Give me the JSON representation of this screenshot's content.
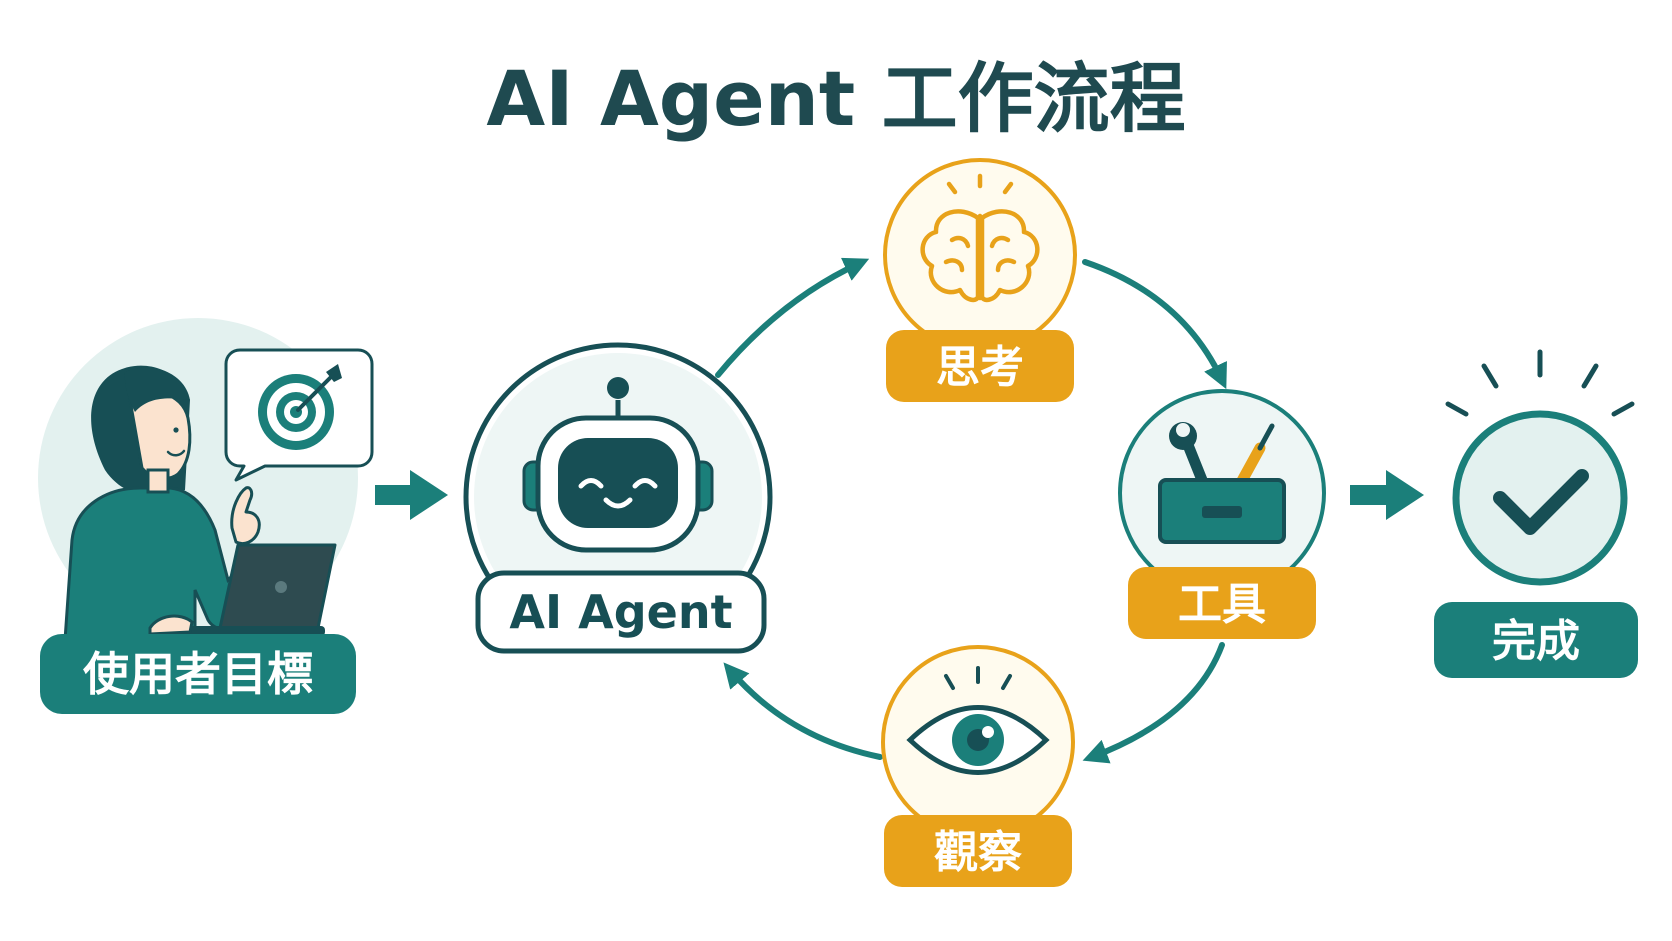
{
  "title": "AI Agent 工作流程",
  "nodes": {
    "user": {
      "label": "使用者目標"
    },
    "agent": {
      "label": "AI Agent"
    },
    "think": {
      "label": "思考"
    },
    "tools": {
      "label": "工具"
    },
    "observe": {
      "label": "觀察"
    },
    "done": {
      "label": "完成"
    }
  },
  "colors": {
    "teal": "#1b7f7a",
    "dark_teal": "#174f55",
    "title": "#1f4a50",
    "orange": "#e8a21a",
    "light_teal": "#e3f1ef",
    "cream": "#fffbee"
  },
  "icons": [
    "person-icon",
    "target-icon",
    "laptop-icon",
    "robot-icon",
    "brain-icon",
    "toolbox-icon",
    "wrench-icon",
    "screwdriver-icon",
    "eye-icon",
    "checkmark-icon",
    "arrow-right-icon",
    "cycle-arrow-icon"
  ]
}
